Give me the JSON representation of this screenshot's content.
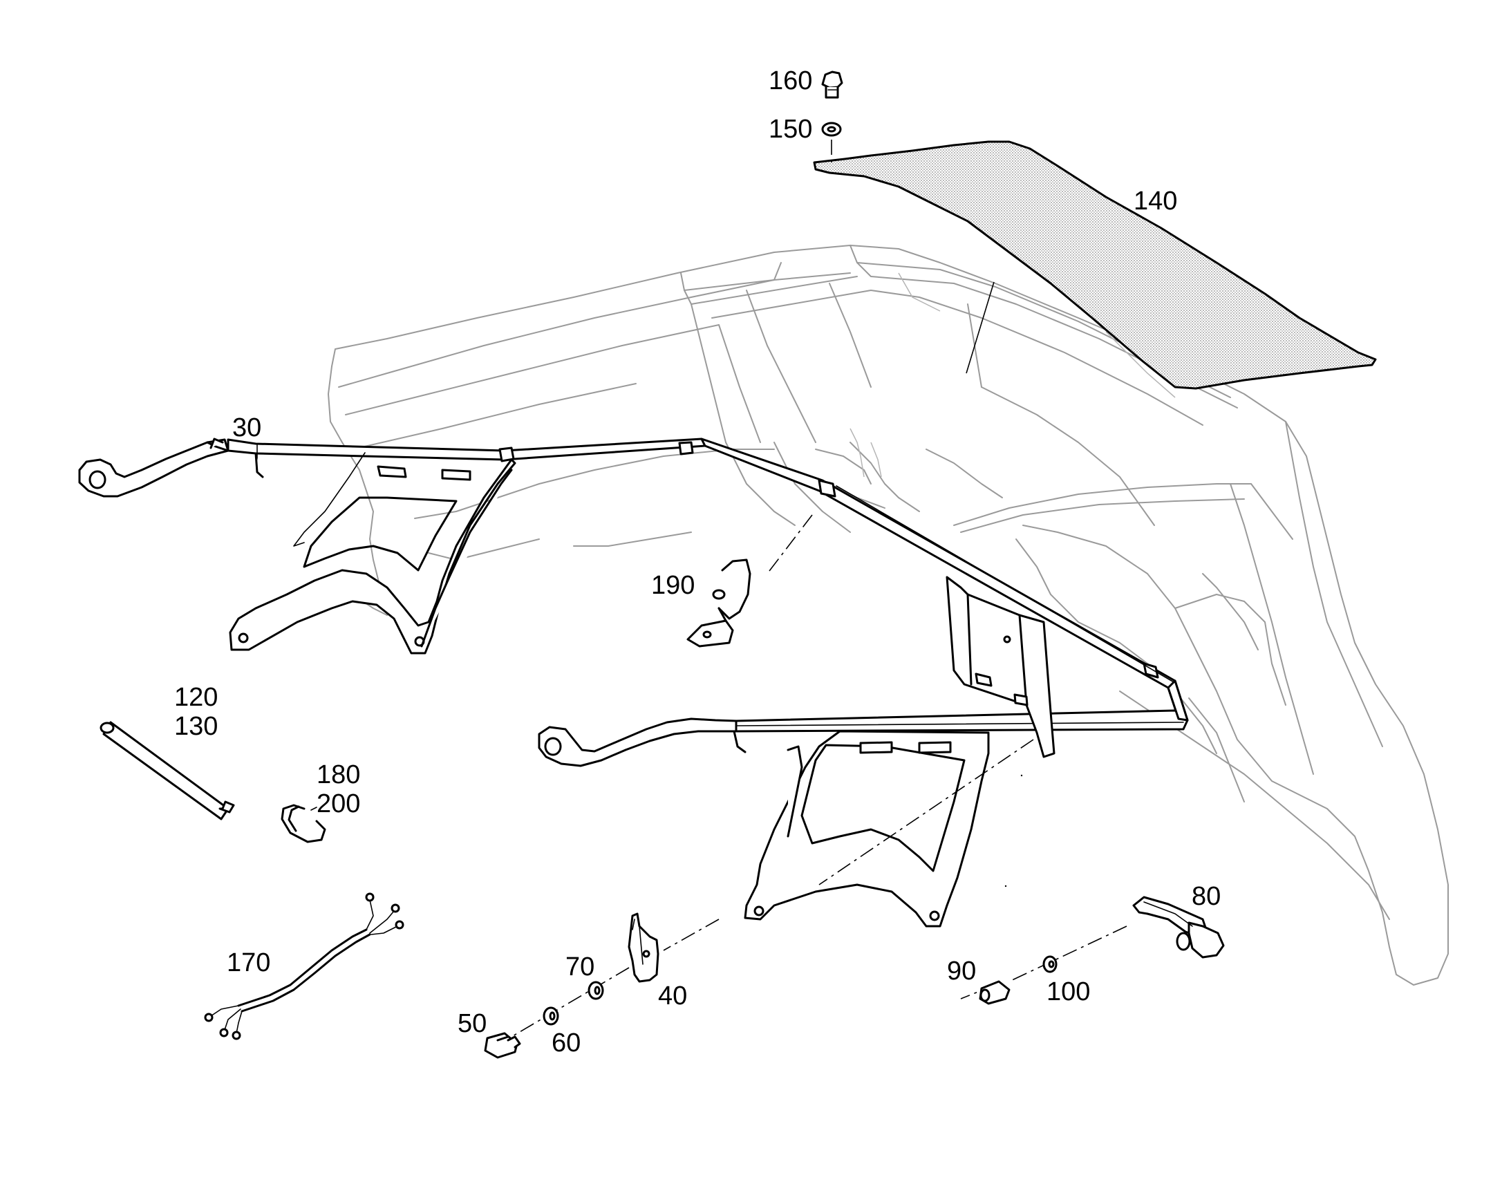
{
  "diagram": {
    "callouts": [
      {
        "id": "160",
        "text": "160"
      },
      {
        "id": "150",
        "text": "150"
      },
      {
        "id": "140",
        "text": "140"
      },
      {
        "id": "30",
        "text": "30"
      },
      {
        "id": "190",
        "text": "190"
      },
      {
        "id": "120",
        "text": "120"
      },
      {
        "id": "130",
        "text": "130"
      },
      {
        "id": "180",
        "text": "180"
      },
      {
        "id": "200",
        "text": "200"
      },
      {
        "id": "170",
        "text": "170"
      },
      {
        "id": "80",
        "text": "80"
      },
      {
        "id": "90",
        "text": "90"
      },
      {
        "id": "100",
        "text": "100"
      },
      {
        "id": "70",
        "text": "70"
      },
      {
        "id": "40",
        "text": "40"
      },
      {
        "id": "50",
        "text": "50"
      },
      {
        "id": "60",
        "text": "60"
      }
    ]
  }
}
